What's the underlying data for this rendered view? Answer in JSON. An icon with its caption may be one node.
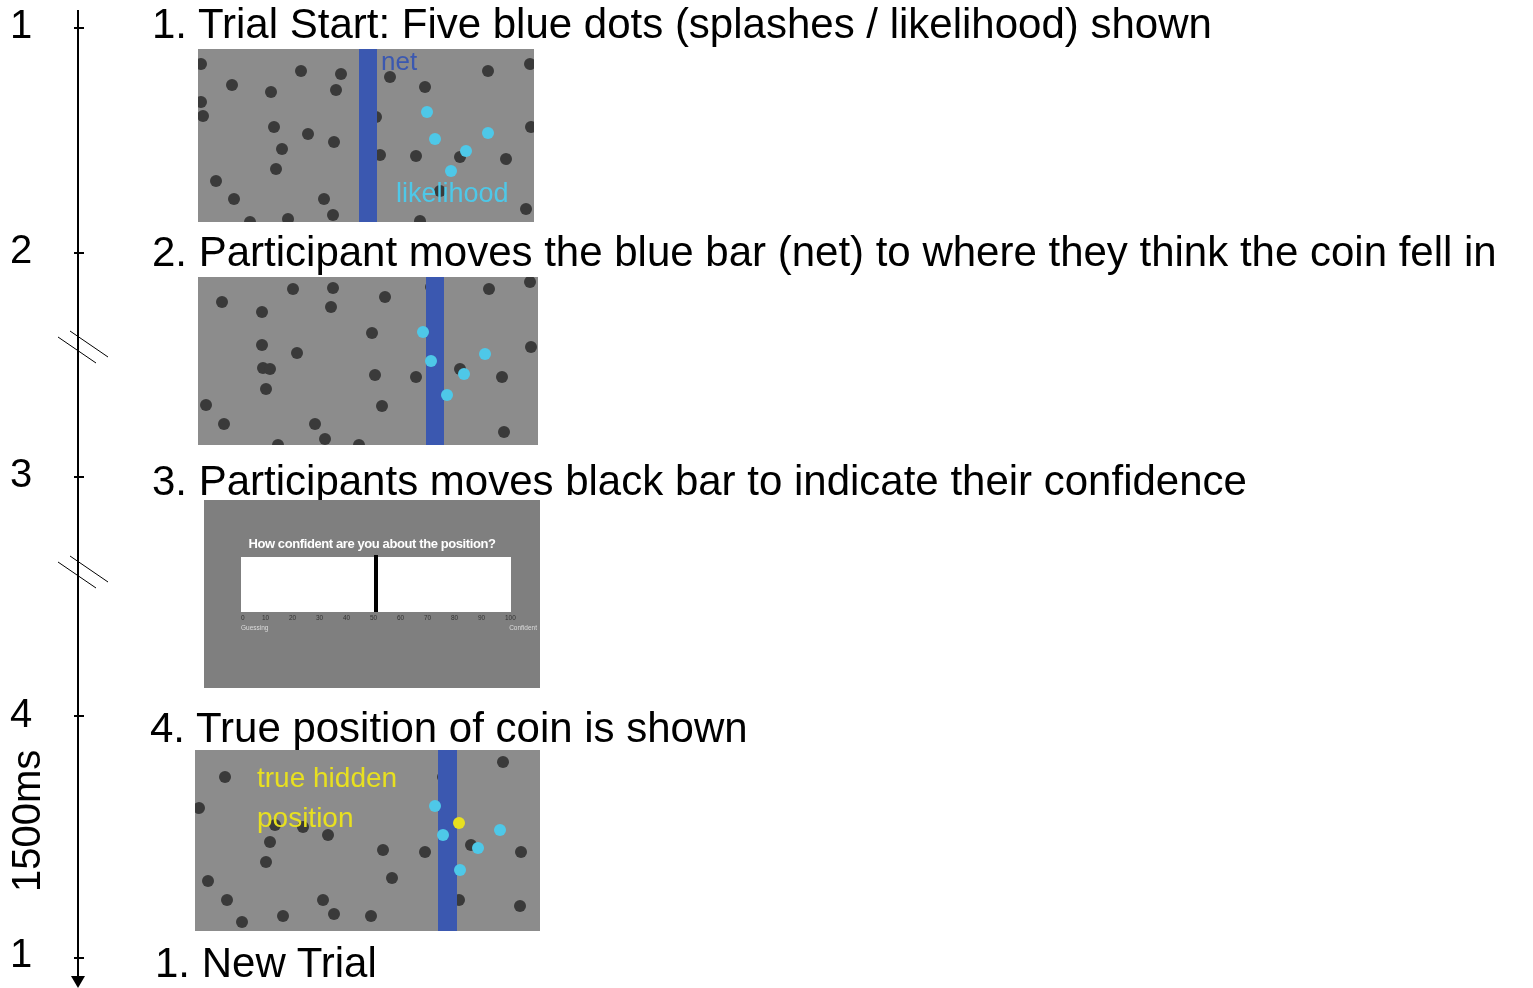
{
  "diagram": {
    "nodes": [
      {
        "text": [
          "1. Trial Start: Five blue dots (splashes / likelihood) shown",
          "net",
          "likelihood"
        ]
      },
      {
        "text": [
          "2. Participant moves the blue bar (net) to where they think the coin fell in"
        ]
      },
      {
        "text": [
          "3. Participants moves black bar to indicate their confidence",
          "How confident are you about the position?",
          "0",
          "10",
          "20",
          "30",
          "40",
          "50",
          "60",
          "70",
          "80",
          "90",
          "100",
          "Guessing",
          "Confident"
        ]
      },
      {
        "text": [
          "4. True position of coin is shown",
          "true hidden position"
        ]
      }
    ],
    "labels": [
      "1",
      "2",
      "3",
      "4",
      "1500ms",
      "1",
      "1. New Trial"
    ]
  }
}
